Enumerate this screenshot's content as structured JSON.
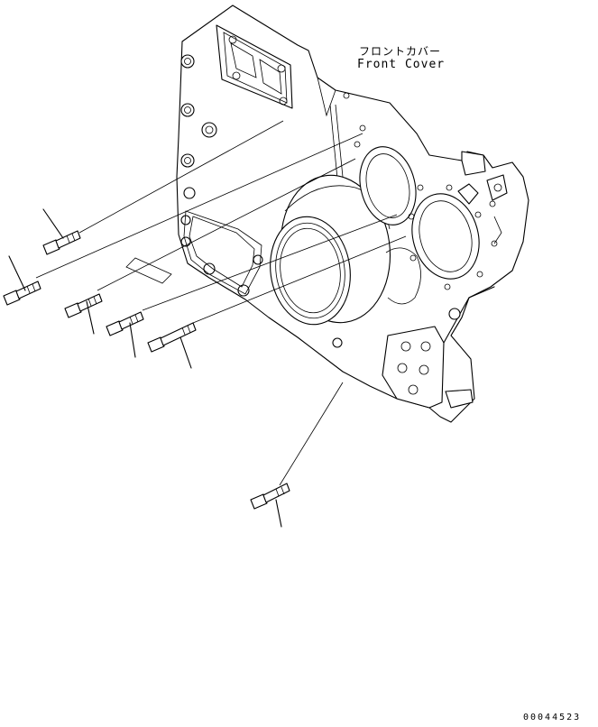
{
  "part_label": {
    "japanese": "フロントカバー",
    "english": "Front Cover"
  },
  "document_code": "00044523"
}
